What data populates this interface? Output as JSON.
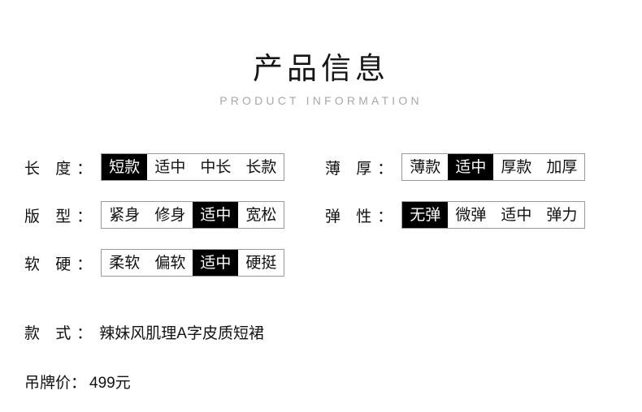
{
  "header": {
    "title": "产品信息",
    "subtitle": "PRODUCT INFORMATION"
  },
  "attributes": {
    "left_column": [
      {
        "label_chars": "长 度",
        "label_colon": "：",
        "options": [
          "短款",
          "适中",
          "中长",
          "长款"
        ],
        "selected_index": 0
      },
      {
        "label_chars": "版 型",
        "label_colon": "：",
        "options": [
          "紧身",
          "修身",
          "适中",
          "宽松"
        ],
        "selected_index": 2
      },
      {
        "label_chars": "软 硬",
        "label_colon": "：",
        "options": [
          "柔软",
          "偏软",
          "适中",
          "硬挺"
        ],
        "selected_index": 2
      }
    ],
    "right_column": [
      {
        "label_chars": "薄 厚",
        "label_colon": "：",
        "options": [
          "薄款",
          "适中",
          "厚款",
          "加厚"
        ],
        "selected_index": 1
      },
      {
        "label_chars": "弹 性",
        "label_colon": "：",
        "options": [
          "无弹",
          "微弹",
          "适中",
          "弹力"
        ],
        "selected_index": 0
      }
    ]
  },
  "info": {
    "style": {
      "label_chars": "款 式",
      "label_colon": "：",
      "value": "辣妹风肌理A字皮质短裙"
    },
    "price": {
      "label_chars": "吊牌价",
      "label_colon": "：",
      "value": "499元"
    }
  },
  "colors": {
    "selected_background": "#000000",
    "selected_text": "#ffffff",
    "box_border": "#9a9a9a",
    "subtitle_text": "#a8a8a8",
    "body_text": "#111111",
    "page_background": "#ffffff"
  }
}
